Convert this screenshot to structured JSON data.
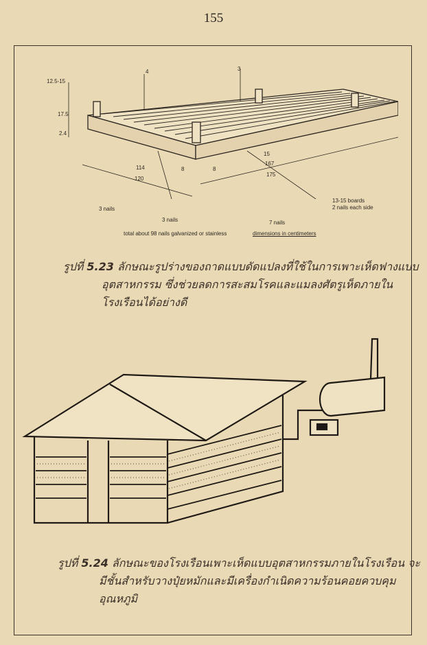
{
  "page": {
    "number": "155"
  },
  "figure_5_23": {
    "dims": {
      "d_125_15": "12.5-15",
      "d_4": "4",
      "d_3": "3",
      "d_175_small": "17.5",
      "d_24": "2.4",
      "d_114": "114",
      "d_120": "120",
      "d_8a": "8",
      "d_8b": "8",
      "d_15": "15",
      "d_167": "167",
      "d_175": "175"
    },
    "notes": {
      "boards": "13-15 boards",
      "nails_side": "2 nails each side",
      "three_nails_left": "3 nails",
      "three_nails_mid": "3 nails",
      "seven_nails": "7 nails",
      "total": "total about 98 nails galvanized or stainless",
      "dimensions": "dimensions in centimeters"
    },
    "caption": {
      "prefix": "รูปที่",
      "number": "5.23",
      "line1": "ลักษณะรูปร่างของถาดแบบดัดแปลงที่ใช้ในการเพาะเห็ดฟางแบบ",
      "line2": "อุตสาหกรรม ซึ่งช่วยลดการสะสมโรคและแมลงศัตรูเห็ดภายใน",
      "line3": "โรงเรือนได้อย่างดี"
    }
  },
  "figure_5_24": {
    "caption": {
      "prefix": "รูปที่",
      "number": "5.24",
      "line1": "ลักษณะของโรงเรือนเพาะเห็ดแบบอุตสาหกรรมภายในโรงเรือน จะ",
      "line2": "มีชั้นสำหรับวางปุ๋ยหมักและมีเครื่องกำเนิดความร้อนคอยควบคุม",
      "line3": "อุณหภูมิ"
    }
  }
}
